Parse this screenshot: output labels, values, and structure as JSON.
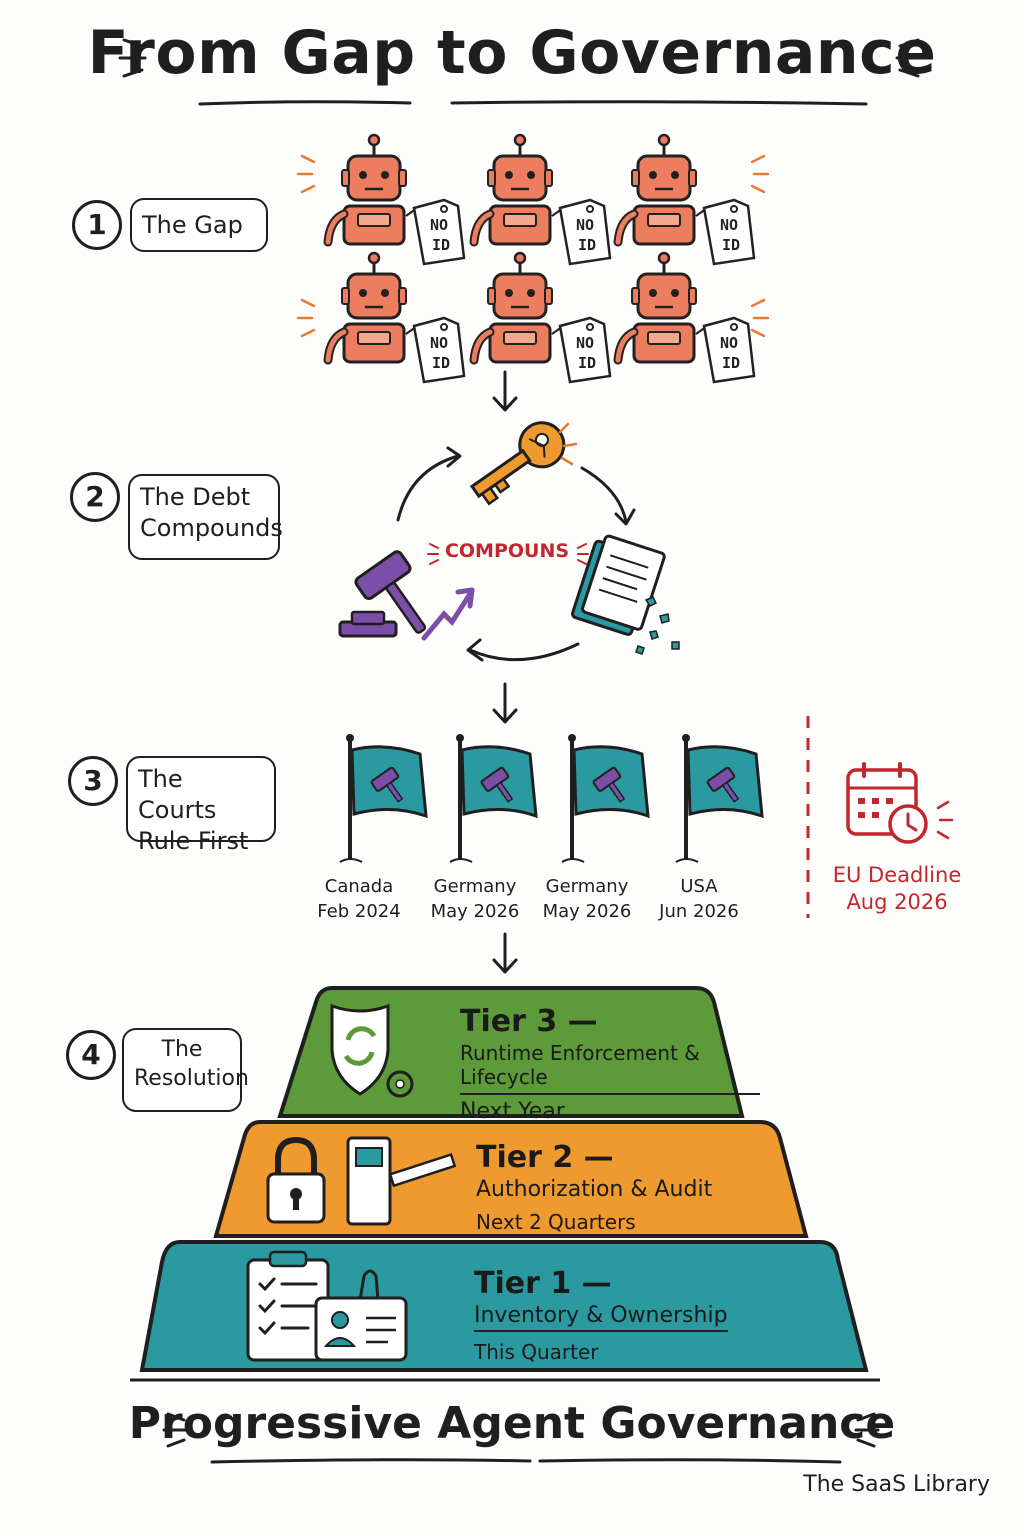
{
  "title": "From Gap to Governance",
  "steps": [
    {
      "number": "1",
      "label": "The Gap"
    },
    {
      "number": "2",
      "label": "The Debt\nCompounds"
    },
    {
      "number": "3",
      "label": "The Courts\nRule First"
    },
    {
      "number": "4",
      "label": "The\nResolution"
    }
  ],
  "robot_tag": [
    "NO",
    "ID"
  ],
  "compounds_label": "COMPOUNS",
  "flags": [
    {
      "country": "Canada",
      "date": "Feb 2024"
    },
    {
      "country": "Germany",
      "date": "May 2026"
    },
    {
      "country": "Germany",
      "date": "May 2026"
    },
    {
      "country": "USA",
      "date": "Jun 2026"
    }
  ],
  "eu_deadline": {
    "label": "EU Deadline",
    "date": "Aug 2026",
    "color": "#c1272d"
  },
  "tiers": [
    {
      "title": "Tier 3 —",
      "subtitle": "Runtime Enforcement & Lifecycle",
      "timeframe": "Next Year",
      "color": "#5c9a3a"
    },
    {
      "title": "Tier 2 —",
      "subtitle": "Authorization & Audit",
      "timeframe": "Next 2 Quarters",
      "color": "#ef9a2e"
    },
    {
      "title": "Tier 1 —",
      "subtitle": "Inventory & Ownership",
      "timeframe": "This Quarter",
      "color": "#2b9aa0"
    }
  ],
  "footer_title": "Progressive Agent Governance",
  "credit": "The SaaS Library",
  "icons": [
    "robot-icon",
    "key-icon",
    "gavel-icon",
    "documents-icon",
    "flag-icon",
    "calendar-icon",
    "shield-icon",
    "lock-icon",
    "gate-icon",
    "clipboard-icon",
    "id-badge-icon"
  ]
}
